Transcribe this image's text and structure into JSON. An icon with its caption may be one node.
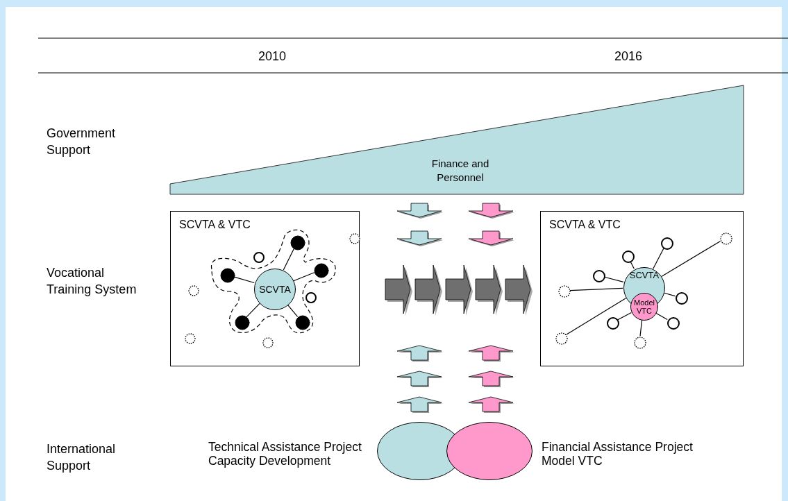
{
  "diagram": {
    "nodes": [
      {
        "text": [
          "SCVTA & VTC"
        ]
      },
      {
        "text": [
          "SCVTA"
        ],
        "in": 0
      },
      {
        "text": [],
        "shape": "circle",
        "in": 0
      },
      {
        "text": [],
        "shape": "circle",
        "in": 0
      },
      {
        "text": [],
        "shape": "circle",
        "in": 0
      },
      {
        "text": [],
        "shape": "circle",
        "in": 0
      },
      {
        "text": [],
        "shape": "circle",
        "in": 0
      },
      {
        "text": [],
        "shape": "circle",
        "in": 0
      },
      {
        "text": [],
        "shape": "circle",
        "in": 0
      },
      {
        "text": [],
        "shape": "circle",
        "in": 0
      },
      {
        "text": [],
        "shape": "circle",
        "in": 0
      },
      {
        "text": [],
        "shape": "circle",
        "in": 0
      },
      {
        "text": [],
        "shape": "circle",
        "in": 0
      },
      {
        "text": [
          "SCVTA & VTC"
        ]
      },
      {
        "text": [
          "SCVTA"
        ],
        "in": 13
      },
      {
        "text": [
          "Model VTC"
        ],
        "in": 13
      },
      {
        "text": [],
        "shape": "circle",
        "in": 13
      },
      {
        "text": [],
        "shape": "circle",
        "in": 13
      },
      {
        "text": [],
        "shape": "circle",
        "in": 13
      },
      {
        "text": [],
        "shape": "circle",
        "in": 13
      },
      {
        "text": [],
        "shape": "circle",
        "in": 13
      },
      {
        "text": [],
        "shape": "circle",
        "in": 13
      },
      {
        "text": [],
        "shape": "circle",
        "in": 13
      },
      {
        "text": [],
        "shape": "circle",
        "in": 13
      },
      {
        "text": [],
        "shape": "circle",
        "in": 13
      },
      {
        "text": [],
        "shape": "circle",
        "in": 13
      },
      {
        "text": [],
        "shape": "ellipse",
        "beside": [
          "Technical Assistance Project Capacity Development"
        ]
      },
      {
        "text": [],
        "shape": "ellipse",
        "beside": [
          "Financial Assistance Project Model VTC"
        ]
      },
      {
        "text": [
          "Finance and Personnel"
        ]
      }
    ],
    "edges": [
      {
        "from": 1,
        "to": 2,
        "arrow": "none"
      },
      {
        "from": 1,
        "to": 3,
        "arrow": "none"
      },
      {
        "from": 1,
        "to": 4,
        "arrow": "none"
      },
      {
        "from": 1,
        "to": 5,
        "arrow": "none"
      },
      {
        "from": 1,
        "to": 6,
        "arrow": "none"
      },
      {
        "from": 14,
        "to": 16,
        "arrow": "none"
      },
      {
        "from": 14,
        "to": 17,
        "arrow": "none"
      },
      {
        "from": 14,
        "to": 18,
        "arrow": "none"
      },
      {
        "from": 14,
        "to": 19,
        "arrow": "none"
      },
      {
        "from": 15,
        "to": 20,
        "arrow": "none"
      },
      {
        "from": 15,
        "to": 21,
        "arrow": "none"
      },
      {
        "from": 14,
        "to": 22,
        "arrow": "none"
      },
      {
        "from": 14,
        "to": 23,
        "arrow": "none"
      },
      {
        "from": 14,
        "to": 24,
        "arrow": "none"
      },
      {
        "from": 15,
        "to": 25,
        "arrow": "none"
      }
    ],
    "labels": [
      "2010",
      "2016",
      "Government Support",
      "Vocational Training System",
      "International Support"
    ]
  }
}
